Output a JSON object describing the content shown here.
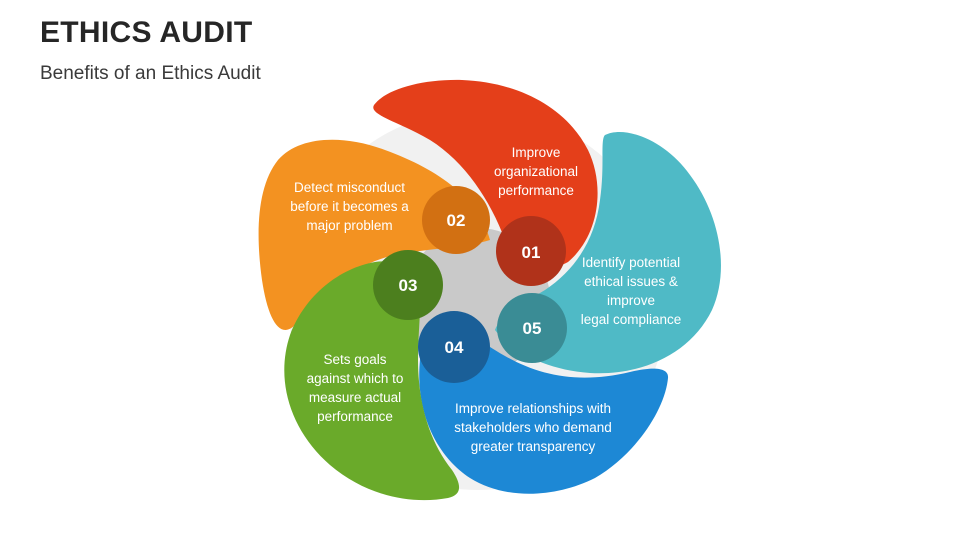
{
  "header": {
    "title": "ETHICS AUDIT",
    "subtitle": "Benefits of an Ethics Audit"
  },
  "colors": {
    "red": "#e43f1a",
    "teal": "#4fbac6",
    "blue": "#1d88d5",
    "green": "#6aaa2a",
    "orange": "#f39221",
    "center": "#c9c9c9"
  },
  "items": [
    {
      "number": "01",
      "lines": [
        "Improve",
        "organizational",
        "performance"
      ]
    },
    {
      "number": "02",
      "lines": [
        "Detect misconduct",
        "before it becomes a",
        "major problem"
      ]
    },
    {
      "number": "03",
      "lines": [
        "Sets goals",
        "against which to",
        "measure actual",
        "performance"
      ]
    },
    {
      "number": "04",
      "lines": [
        "Improve relationships with",
        "stakeholders who demand",
        "greater transparency"
      ]
    },
    {
      "number": "05",
      "lines": [
        "Identify potential",
        "ethical issues &",
        "improve",
        "legal compliance"
      ]
    }
  ]
}
